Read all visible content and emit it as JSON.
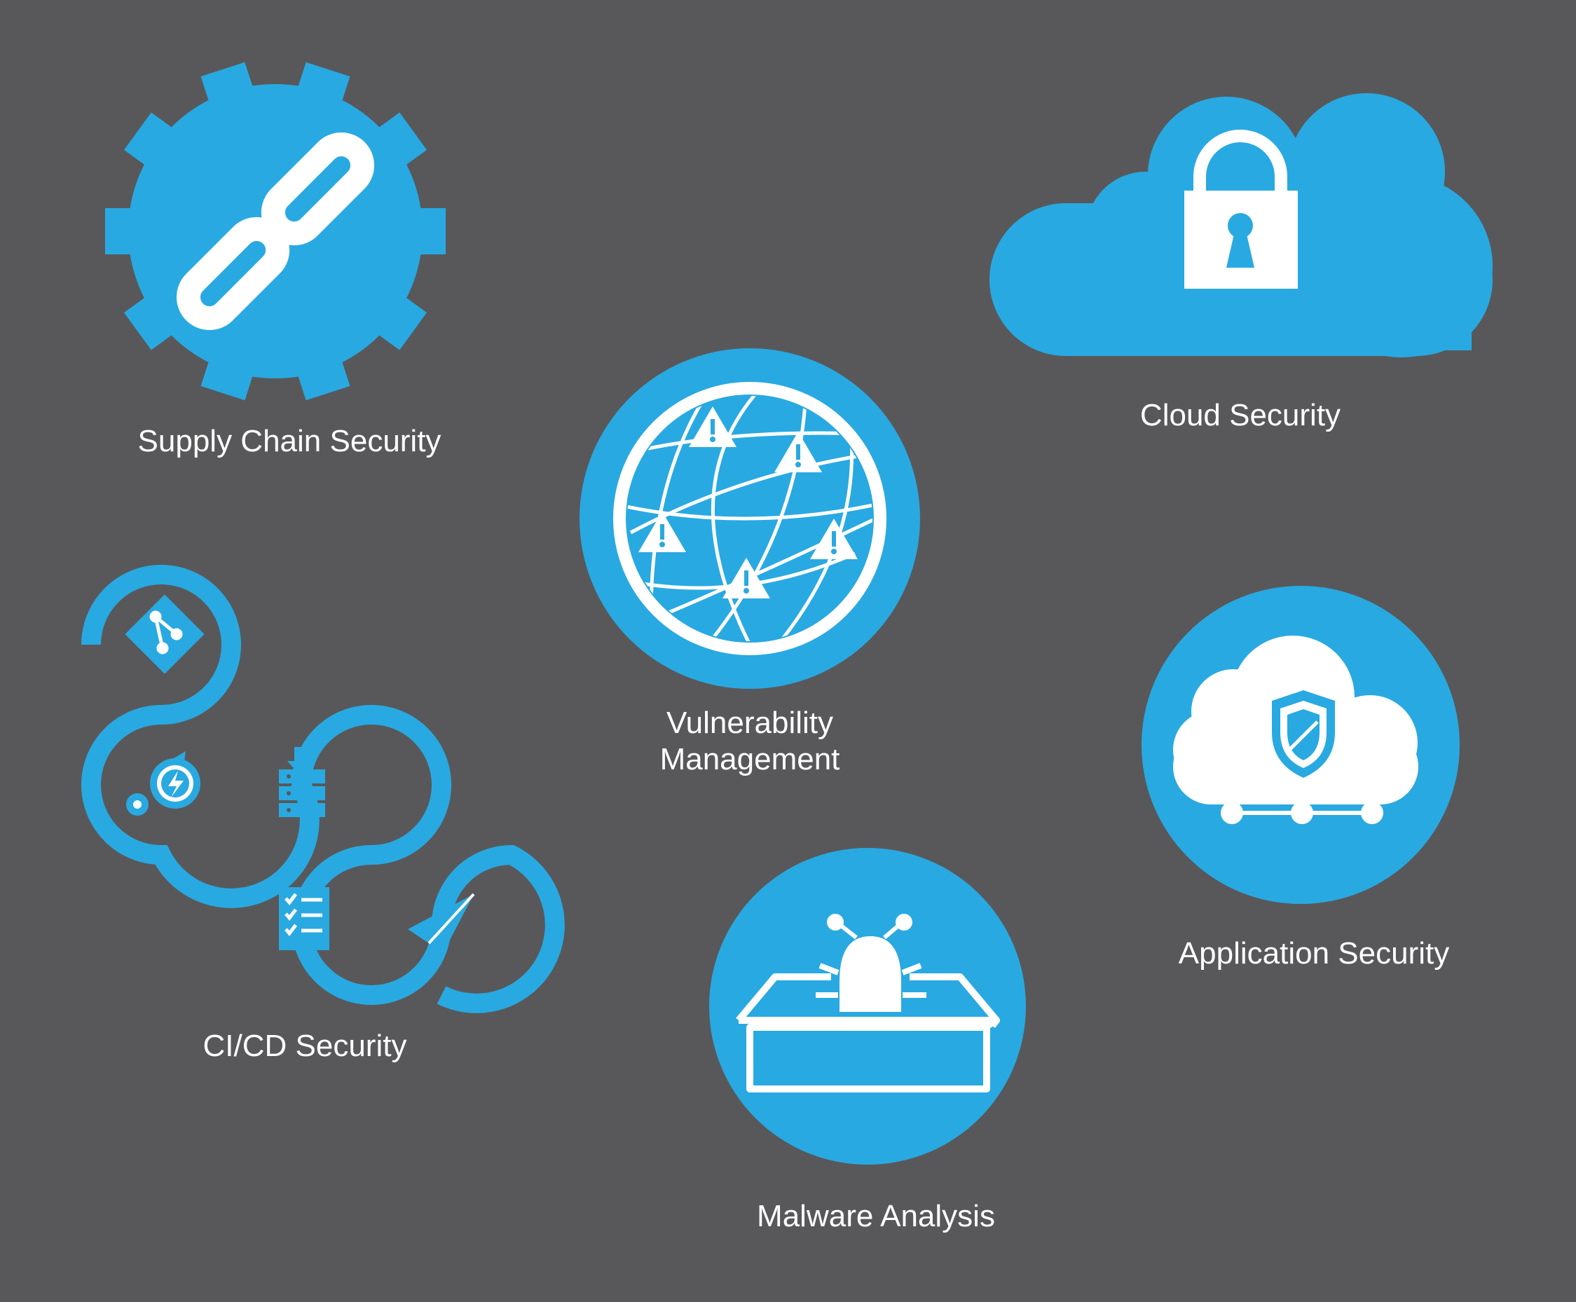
{
  "colors": {
    "background": "#58585a",
    "accent": "#29a9e1",
    "icon_fill": "#ffffff"
  },
  "items": [
    {
      "label": "Supply Chain Security",
      "icon": "gear-chain-link-icon"
    },
    {
      "label": "Cloud Security",
      "icon": "cloud-padlock-icon"
    },
    {
      "label_line1": "Vulnerability",
      "label_line2": "Management",
      "icon": "globe-warning-icon"
    },
    {
      "label": "Application Security",
      "icon": "cloud-shield-network-icon"
    },
    {
      "label": "CI/CD Security",
      "icon": "pipeline-loop-icon"
    },
    {
      "label": "Malware Analysis",
      "icon": "bug-in-box-icon"
    }
  ]
}
